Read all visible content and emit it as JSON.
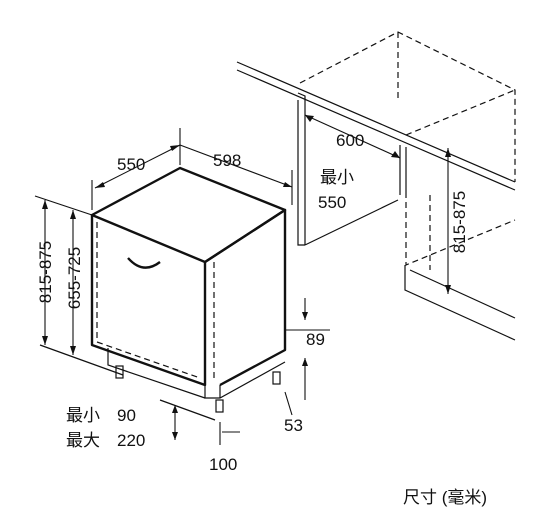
{
  "dimensions": {
    "depth": "550",
    "width": "598",
    "niche_width": "600",
    "niche_depth_prefix": "最小",
    "niche_depth": "550",
    "niche_height": "815-875",
    "total_height": "815-875",
    "door_height": "655-725",
    "plinth_gap": "89",
    "plinth_offset": "53",
    "plinth_height_min_label": "最小",
    "plinth_height_min": "90",
    "plinth_height_max_label": "最大",
    "plinth_height_max": "220",
    "plinth_depth": "100"
  },
  "unit_note": "尺寸 (毫米)"
}
